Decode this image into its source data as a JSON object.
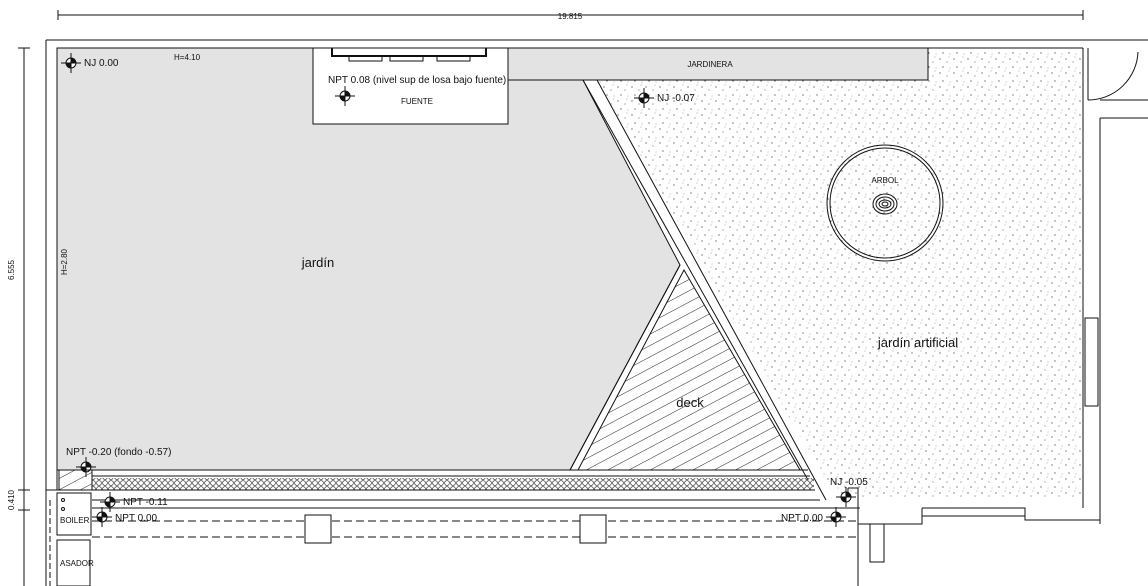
{
  "dimensions": {
    "total_width": "19.815",
    "height": "6.555",
    "strip": "0.410"
  },
  "labels": {
    "nj_000": "NJ 0.00",
    "h_410": "H=4.10",
    "npt_fuente": "NPT 0.08 (nivel sup de losa bajo fuente)",
    "fuente": "FUENTE",
    "jardinera": "JARDINERA",
    "nj_007": "NJ -0.07",
    "arbol": "ARBOL",
    "jardin": "jardín",
    "h_280": "H=2.80",
    "jardin_artificial": "jardín artificial",
    "deck": "deck",
    "npt_fondo": "NPT -0.20 (fondo -0.57)",
    "npt_011": "NPT -0.11",
    "npt_000_left": "NPT 0.00",
    "boiler": "BOILER",
    "asador": "ASADOR",
    "nj_005": "NJ -0.05",
    "npt_000_right": "NPT 0.00"
  },
  "colors": {
    "garden_fill": "#e3e3e3",
    "line": "#111111"
  }
}
